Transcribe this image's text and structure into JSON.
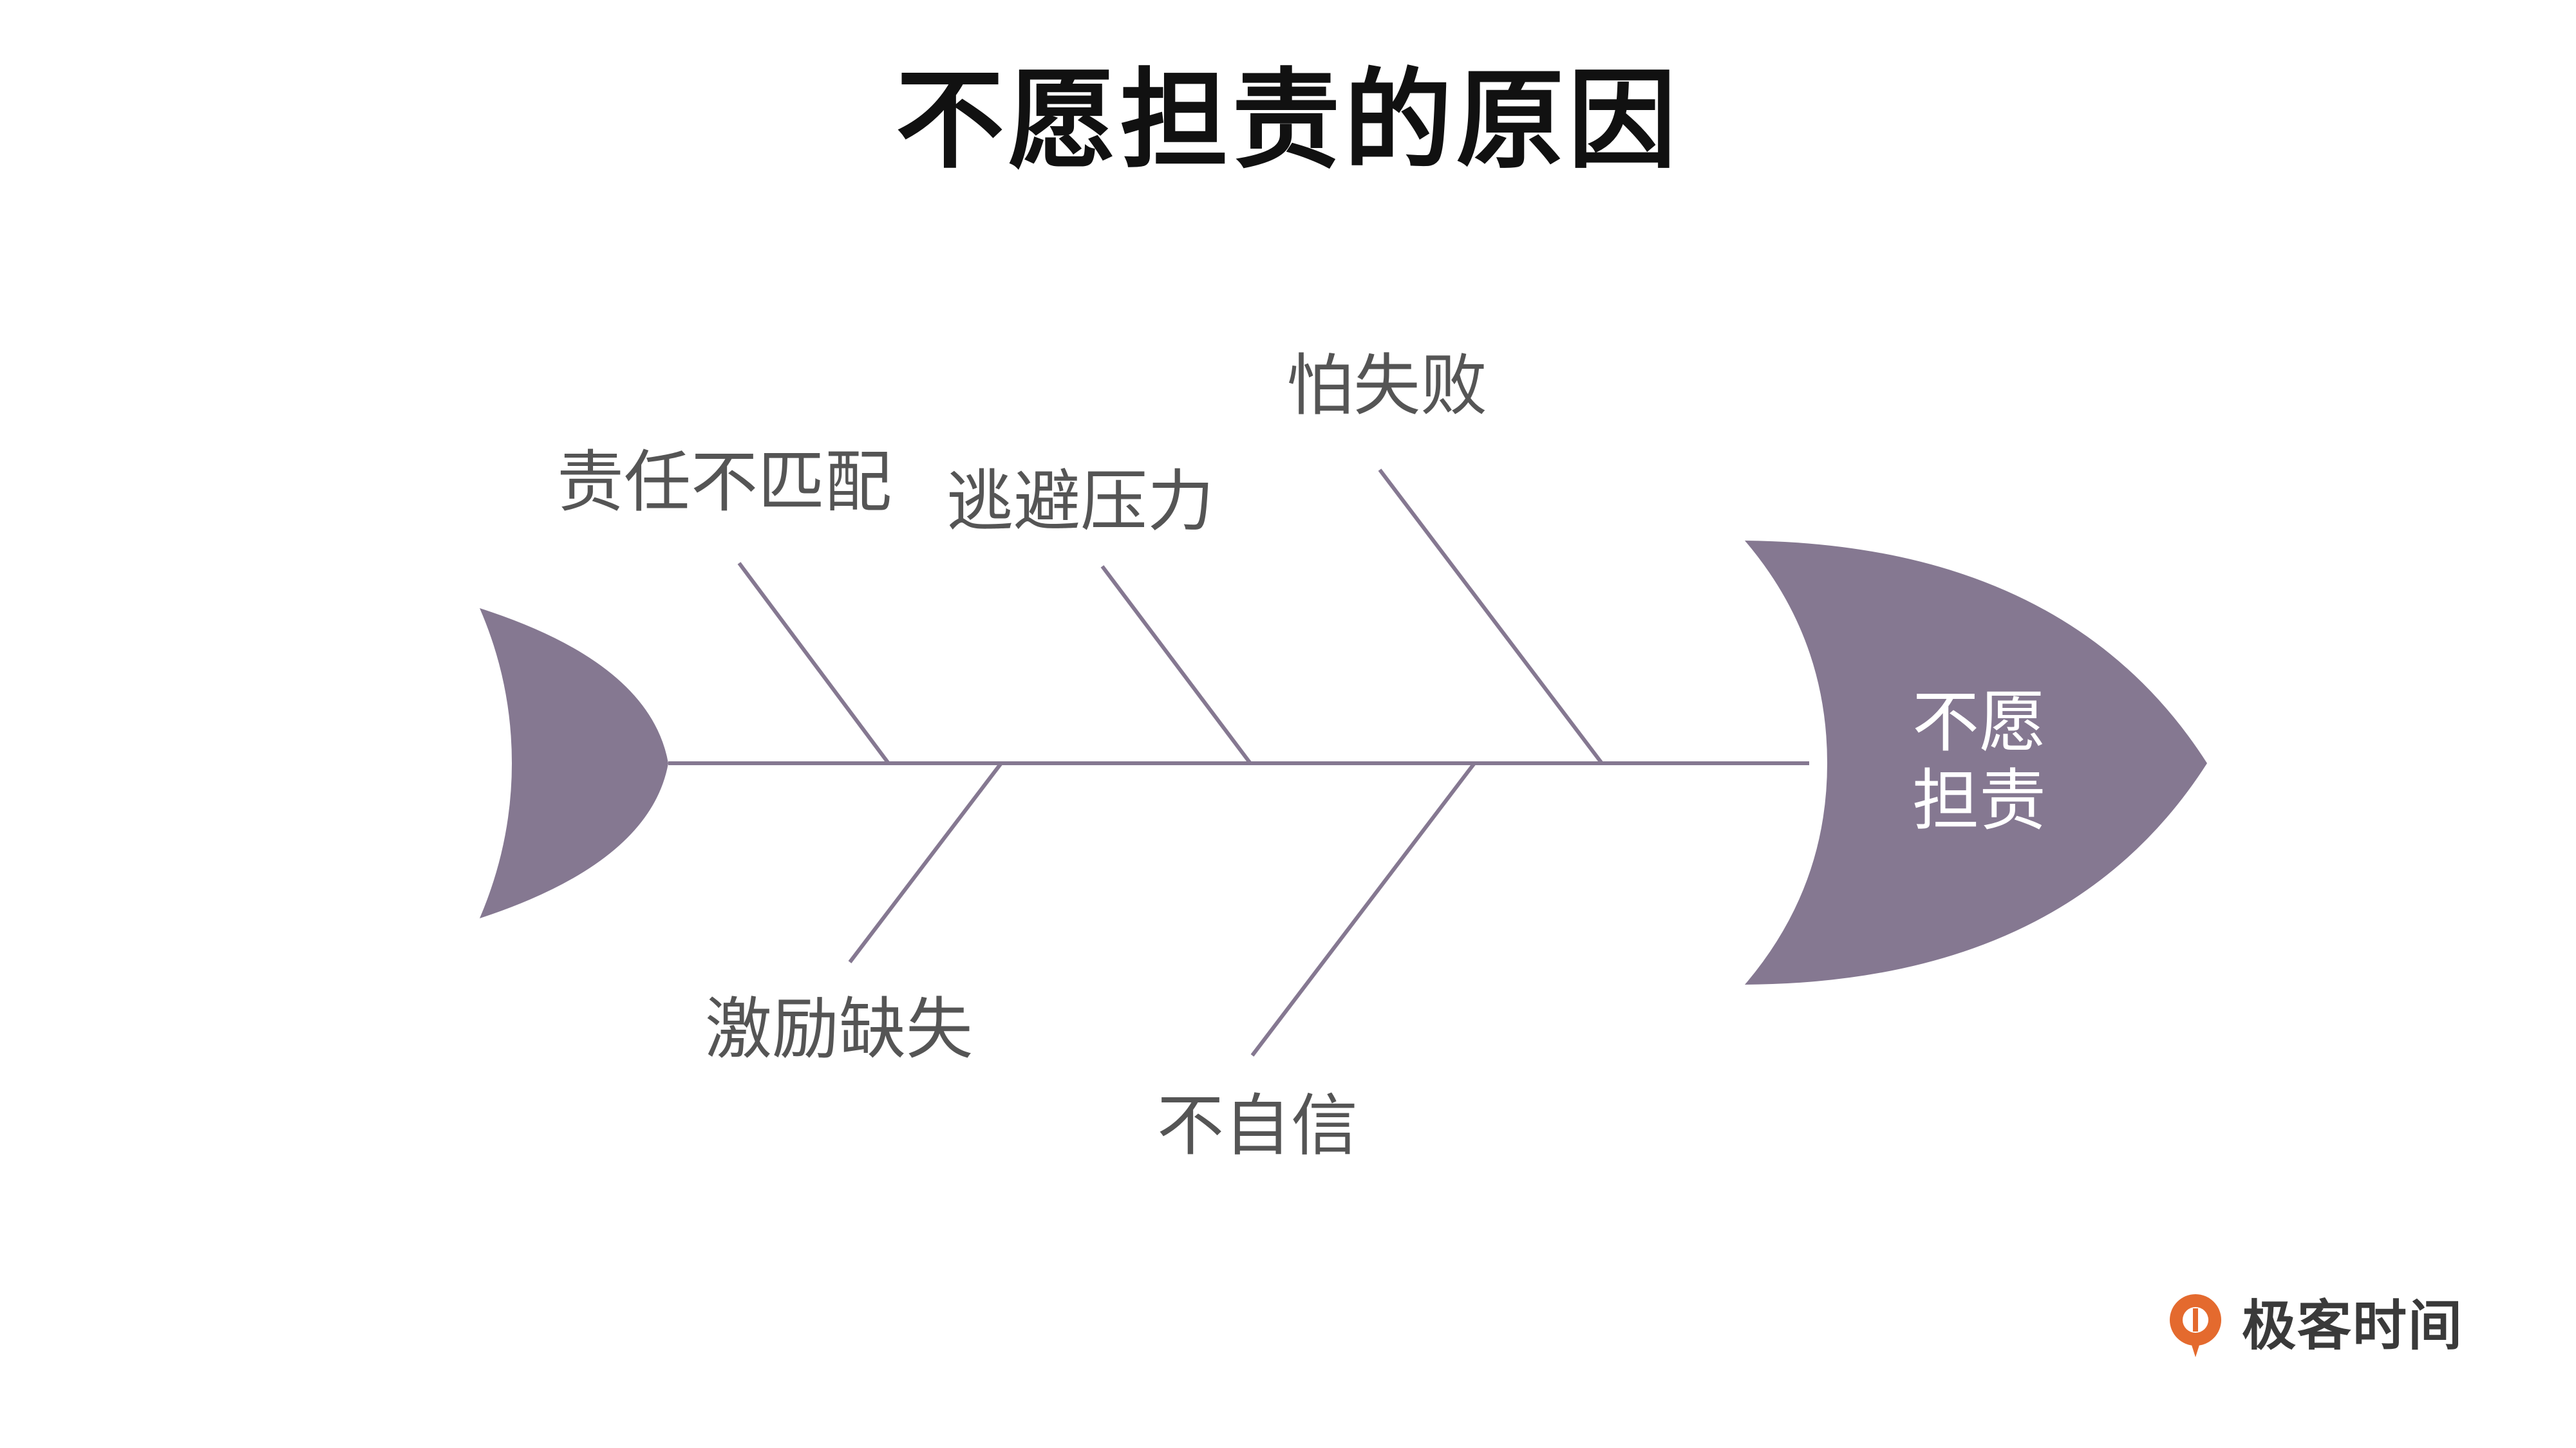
{
  "title": "不愿担责的原因",
  "head": {
    "line1": "不愿",
    "line2": "担责"
  },
  "causes": {
    "top": [
      "责任不匹配",
      "逃避压力",
      "怕失败"
    ],
    "bottom": [
      "激励缺失",
      "不自信"
    ]
  },
  "colors": {
    "fish": "#857891",
    "bone": "#857891",
    "label": "#555555",
    "logo_accent": "#e46a2e"
  },
  "logo": {
    "text": "极客时间",
    "icon": "geektime-logo-icon"
  }
}
